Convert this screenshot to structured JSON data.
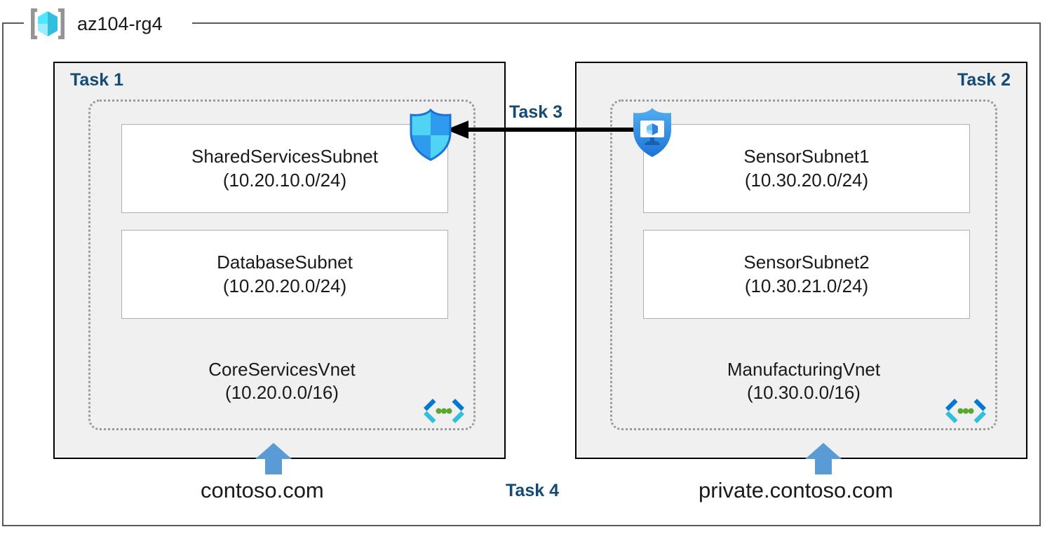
{
  "diagram": {
    "resource_group": {
      "name": "az104-rg4",
      "icon": "azure-resource-group-icon"
    },
    "panels": [
      {
        "task_label": "Task 1",
        "align": "left",
        "vnet": {
          "name": "CoreServicesVnet",
          "cidr": "(10.20.0.0/16)",
          "icon": "virtual-network-icon"
        },
        "subnets": [
          {
            "name": "SharedServicesSubnet",
            "cidr": "(10.20.10.0/24)"
          },
          {
            "name": "DatabaseSubnet",
            "cidr": "(10.20.20.0/24)"
          }
        ],
        "dns": {
          "label": "contoso.com",
          "icon": "up-arrow-icon"
        }
      },
      {
        "task_label": "Task 2",
        "align": "right",
        "vnet": {
          "name": "ManufacturingVnet",
          "cidr": "(10.30.0.0/16)",
          "icon": "virtual-network-icon"
        },
        "subnets": [
          {
            "name": "SensorSubnet1",
            "cidr": "(10.30.20.0/24)"
          },
          {
            "name": "SensorSubnet2",
            "cidr": "(10.30.21.0/24)"
          }
        ],
        "dns": {
          "label": "private.contoso.com",
          "icon": "up-arrow-icon"
        }
      }
    ],
    "connection": {
      "task_label": "Task 3",
      "direction": "right-to-left",
      "source_icon": "bastion-shield-icon",
      "target_icon": "firewall-shield-icon"
    },
    "dns_task_label": "Task 4",
    "colors": {
      "task_label": "#134a76",
      "panel_fill": "#f0f0f0",
      "panel_border": "#000000",
      "vnet_border": "#9a9a9a",
      "subnet_border": "#b0b0b0",
      "rg_border": "#595959",
      "dns_arrow": "#5b9bd5",
      "arrow": "#000000",
      "vnet_glyph_dot": "#5aa730",
      "icon_blue": "#1b8cf0",
      "icon_cyan": "#50e6ff"
    }
  }
}
